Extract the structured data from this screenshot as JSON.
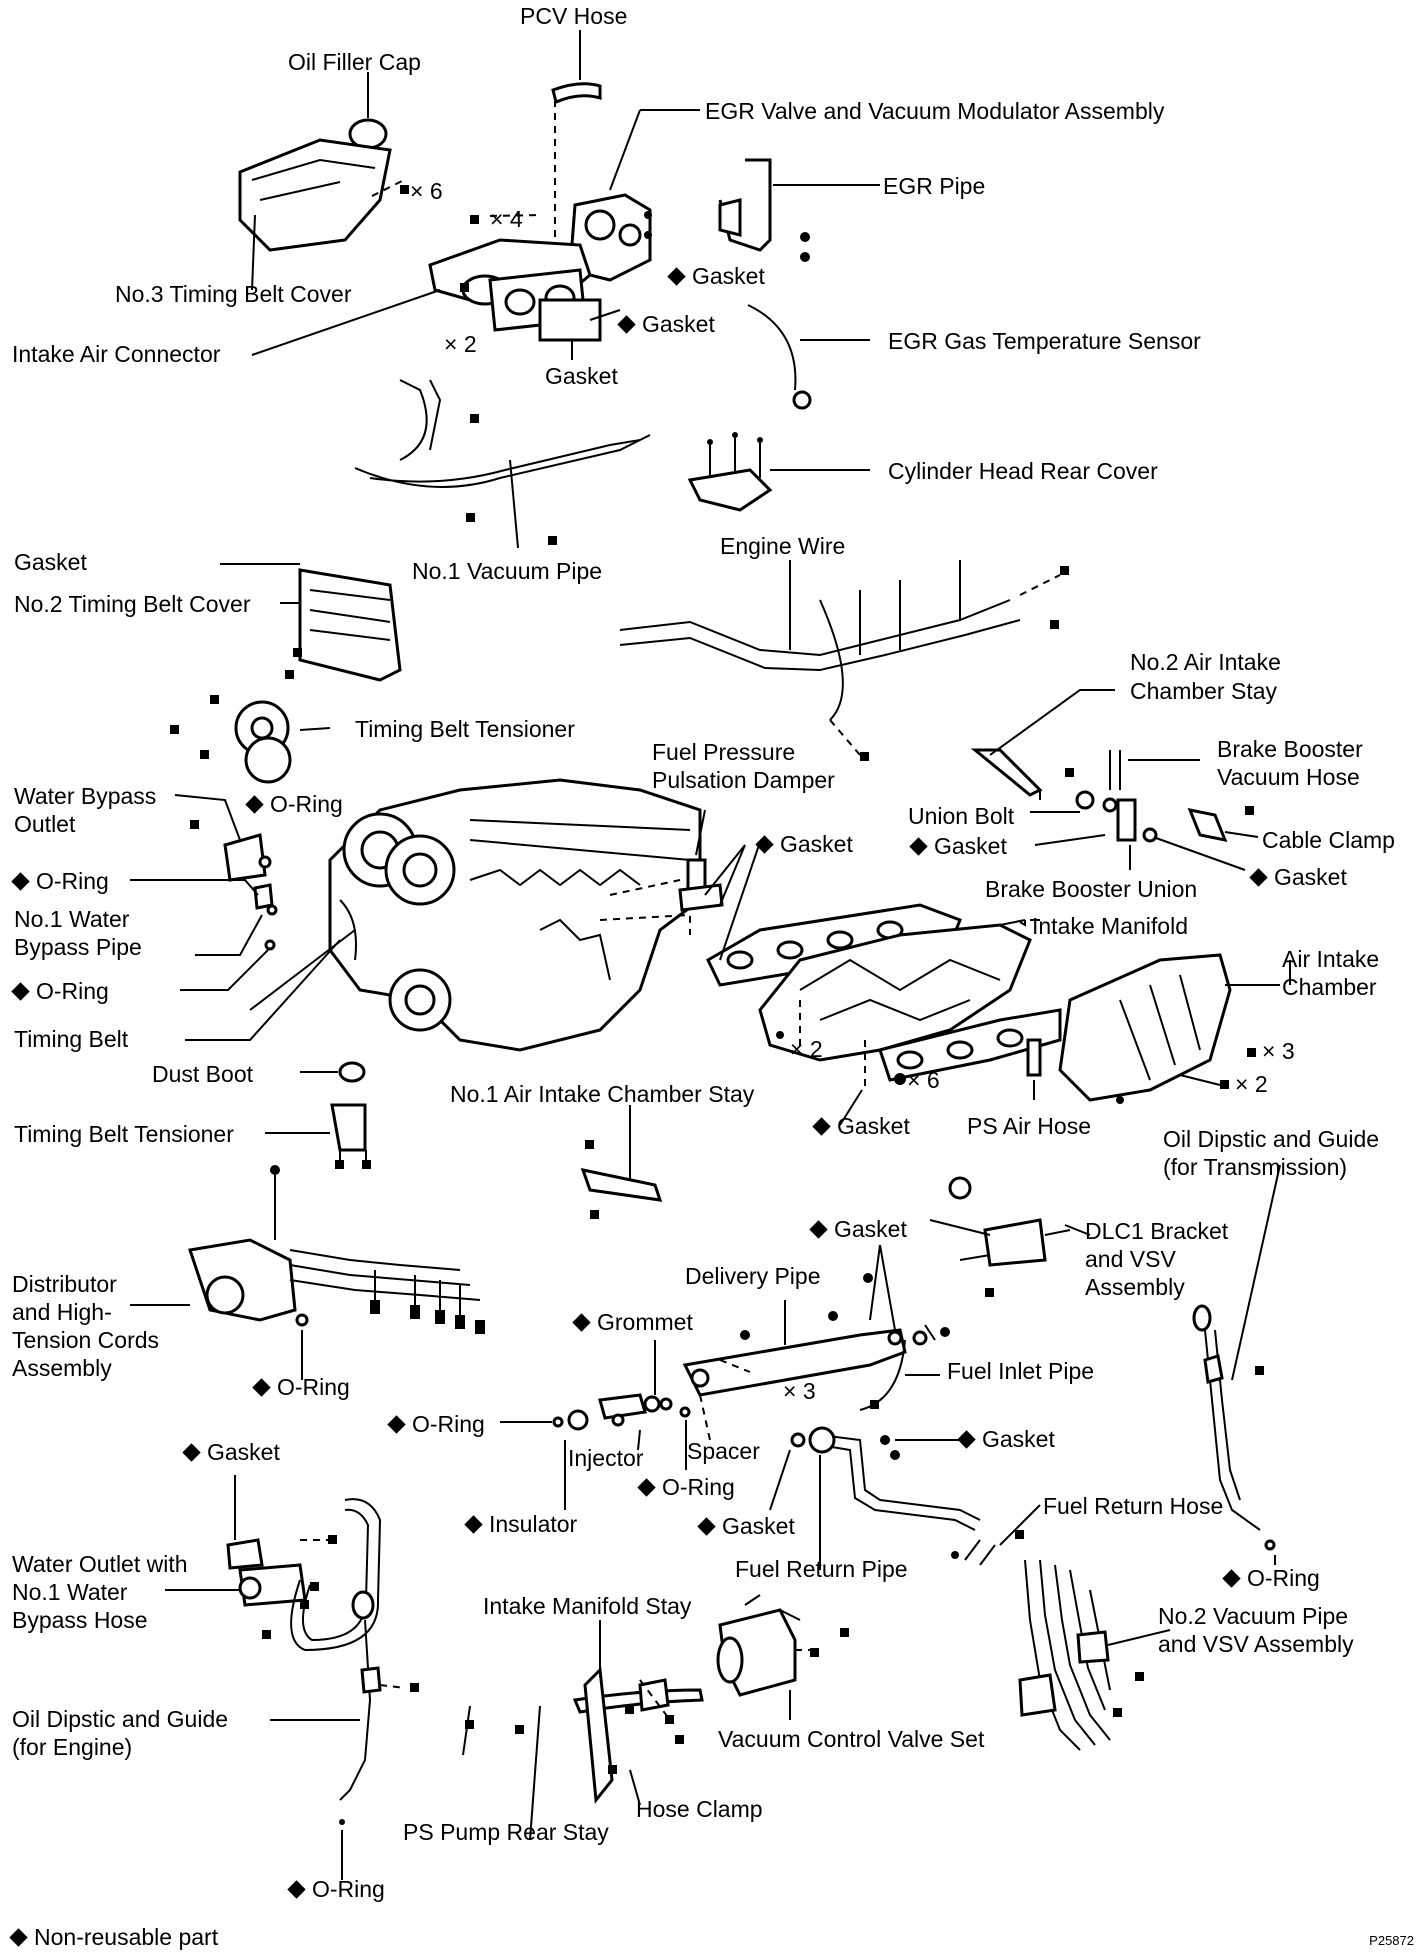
{
  "labels": {
    "pcv_hose": "PCV Hose",
    "oil_filler_cap": "Oil Filler Cap",
    "egr_valve": "EGR Valve and Vacuum Modulator Assembly",
    "x6_a": "× 6",
    "x4": "× 4",
    "egr_pipe": "EGR Pipe",
    "gasket_egr": "Gasket",
    "no3_cover": "No.3 Timing Belt Cover",
    "gasket_mid": "Gasket",
    "intake_air_connector": "Intake Air Connector",
    "x2_a": "× 2",
    "gasket_plain": "Gasket",
    "egr_sensor": "EGR Gas Temperature Sensor",
    "cyl_head_rear": "Cylinder Head Rear Cover",
    "no1_vac_pipe": "No.1 Vacuum Pipe",
    "gasket_left": "Gasket",
    "engine_wire": "Engine Wire",
    "no2_cover": "No.2 Timing Belt Cover",
    "no2_stay_1": "No.2 Air Intake",
    "no2_stay_2": "Chamber Stay",
    "tensioner_a": "Timing Belt Tensioner",
    "brake_hose_1": "Brake Booster",
    "brake_hose_2": "Vacuum Hose",
    "fuel_damper_1": "Fuel Pressure",
    "fuel_damper_2": "Pulsation Damper",
    "water_bypass_1": "Water Bypass",
    "water_bypass_2": "Outlet",
    "oring_a": "O-Ring",
    "union_bolt": "Union Bolt",
    "cable_clamp": "Cable Clamp",
    "gasket_union": "Gasket",
    "gasket_damper": "Gasket",
    "oring_b": "O-Ring",
    "brake_union": "Brake Booster Union",
    "gasket_brake": "Gasket",
    "no1_water_1": "No.1 Water",
    "no1_water_2": "Bypass Pipe",
    "intake_manifold": "Intake Manifold",
    "air_chamber_1": "Air Intake",
    "air_chamber_2": "Chamber",
    "oring_c": "O-Ring",
    "timing_belt": "Timing Belt",
    "x2_b": "× 2",
    "x3_a": "× 3",
    "x6_b": "× 6",
    "x2_c": "× 2",
    "dust_boot": "Dust Boot",
    "no1_stay": "No.1 Air Intake Chamber Stay",
    "gasket_manifold": "Gasket",
    "ps_air_hose": "PS Air Hose",
    "tensioner_b": "Timing Belt Tensioner",
    "oil_dip_t_1": "Oil Dipstic and Guide",
    "oil_dip_t_2": "(for Transmission)",
    "gasket_dlc": "Gasket",
    "dlc_1": "DLC1 Bracket",
    "dlc_2": "and VSV",
    "dlc_3": "Assembly",
    "delivery_pipe": "Delivery Pipe",
    "dist_1": "Distributor",
    "dist_2": "and High-",
    "dist_3": "Tension Cords",
    "dist_4": "Assembly",
    "grommet": "Grommet",
    "fuel_inlet": "Fuel Inlet Pipe",
    "x3_b": "× 3",
    "oring_dist": "O-Ring",
    "oring_inj": "O-Ring",
    "gasket_inlet": "Gasket",
    "spacer": "Spacer",
    "injector": "Injector",
    "gasket_water": "Gasket",
    "oring_d": "O-Ring",
    "insulator": "Insulator",
    "gasket_fuel": "Gasket",
    "fuel_return_hose": "Fuel Return Hose",
    "water_out_1": "Water Outlet with",
    "water_out_2": "No.1 Water",
    "water_out_3": "Bypass Hose",
    "fuel_return_pipe": "Fuel Return Pipe",
    "oring_e": "O-Ring",
    "intake_stay": "Intake Manifold Stay",
    "no2_vac_1": "No.2 Vacuum Pipe",
    "no2_vac_2": "and VSV Assembly",
    "oil_dip_e_1": "Oil Dipstic and Guide",
    "oil_dip_e_2": "(for Engine)",
    "vcv": "Vacuum Control Valve Set",
    "hose_clamp": "Hose Clamp",
    "ps_pump_stay": "PS Pump Rear Stay",
    "oring_f": "O-Ring",
    "non_reusable": "Non-reusable part",
    "figure_ref": "P25872"
  }
}
